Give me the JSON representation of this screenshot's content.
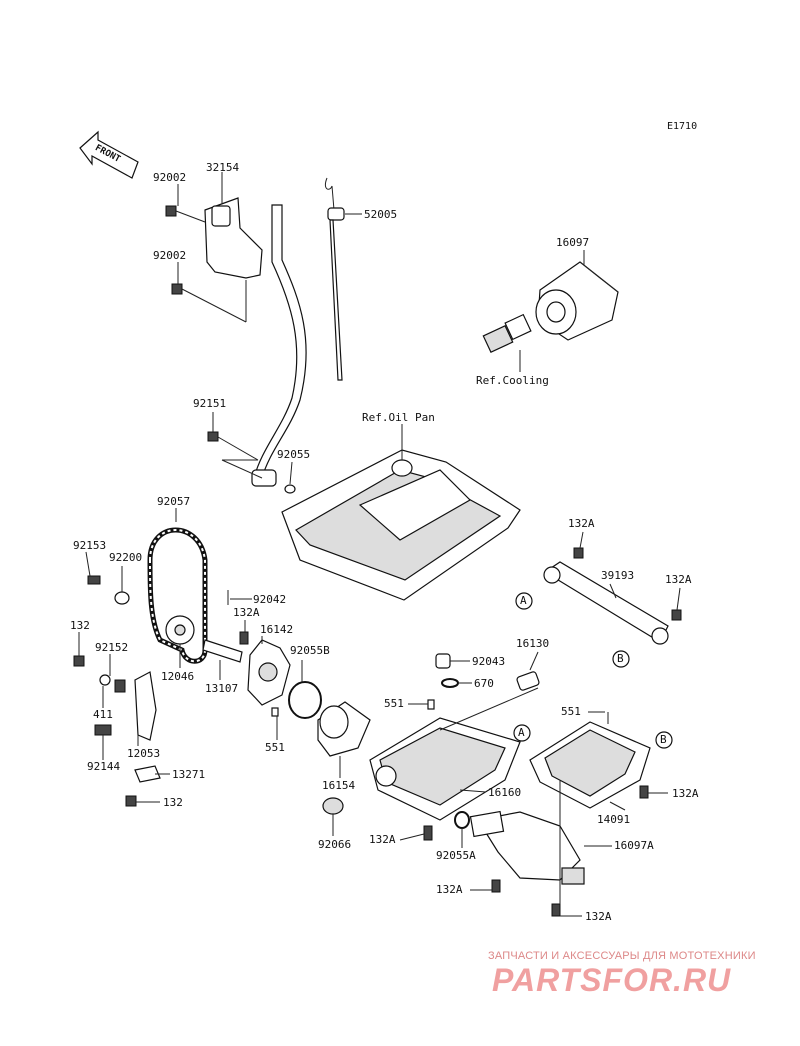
{
  "diagram_code": "E1710",
  "front_label": "FRONT",
  "callouts": {
    "c92002a": "92002",
    "c32154": "32154",
    "c92002b": "92002",
    "c52005": "52005",
    "c16097": "16097",
    "refCooling": "Ref.Cooling",
    "refOilPan": "Ref.Oil Pan",
    "c92151": "92151",
    "c92055": "92055",
    "c92057": "92057",
    "c92153": "92153",
    "c92200": "92200",
    "c92042": "92042",
    "c132A_1": "132A",
    "c16142": "16142",
    "c92055B": "92055B",
    "c132": "132",
    "c92152": "92152",
    "c12046": "12046",
    "c13107": "13107",
    "c411": "411",
    "c12053": "12053",
    "c92144": "92144",
    "c13271": "13271",
    "c132b": "132",
    "c551a": "551",
    "c16154": "16154",
    "c92066": "92066",
    "c132A_2": "132A",
    "c92055A": "92055A",
    "c16160": "16160",
    "c551b": "551",
    "c670": "670",
    "c92043": "92043",
    "c16130": "16130",
    "c132A_3": "132A",
    "c39193": "39193",
    "c132A_4": "132A",
    "markA1": "A",
    "markB1": "B",
    "markA2": "A",
    "c551c": "551",
    "markB2": "B",
    "c132A_5": "132A",
    "c14091": "14091",
    "c16097A": "16097A",
    "c132A_6": "132A",
    "c132A_7": "132A"
  },
  "watermark": {
    "tagline": "ЗАПЧАСТИ И АКСЕССУАРЫ ДЛЯ МОТОТЕХНИКИ",
    "brand": "PARTSFOR.RU"
  }
}
